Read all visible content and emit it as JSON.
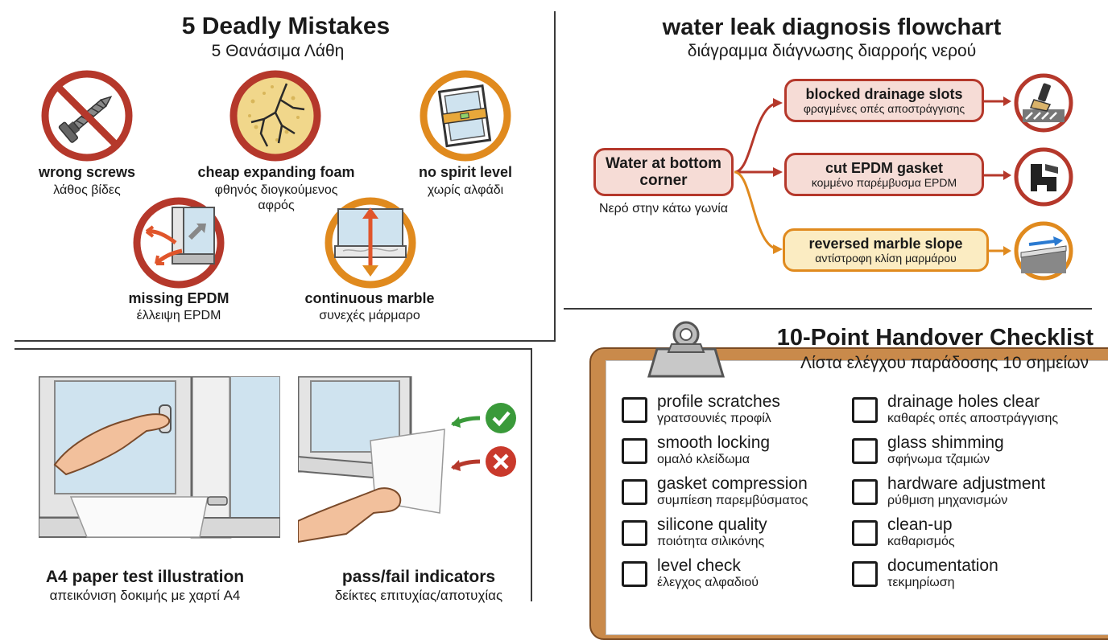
{
  "mistakes": {
    "title": "5 Deadly Mistakes",
    "subtitle": "5 Θανάσιμα Λάθη",
    "items": [
      {
        "en": "wrong screws",
        "gr": "λάθος βίδες",
        "icon": "crossed-screw-icon"
      },
      {
        "en": "cheap expanding foam",
        "gr": "φθηνός διογκούμενος αφρός",
        "icon": "cracked-foam-icon"
      },
      {
        "en": "no spirit level",
        "gr": "χωρίς αλφάδι",
        "icon": "spirit-level-icon"
      },
      {
        "en": "missing EPDM",
        "gr": "έλλειψη EPDM",
        "icon": "missing-epdm-icon"
      },
      {
        "en": "continuous marble",
        "gr": "συνεχές μάρμαρο",
        "icon": "continuous-marble-icon"
      }
    ]
  },
  "flowchart": {
    "title": "water leak diagnosis flowchart",
    "subtitle": "διάγραμμα διάγνωσης διαρροής νερού",
    "start": {
      "en": "Water at bottom corner",
      "gr": "Νερό στην κάτω γωνία"
    },
    "branches": [
      {
        "en": "blocked drainage slots",
        "gr": "φραγμένες οπές αποστράγγισης",
        "color": "#b5382b",
        "fill": "#f6dcd6",
        "icon": "brush-cleaning-icon"
      },
      {
        "en": "cut EPDM gasket",
        "gr": "κομμένο παρέμβυσμα EPDM",
        "color": "#b5382b",
        "fill": "#f6dcd6",
        "icon": "gasket-profile-icon"
      },
      {
        "en": "reversed marble slope",
        "gr": "αντίστροφη κλίση μαρμάρου",
        "color": "#e08a1e",
        "fill": "#fbecc2",
        "icon": "marble-slope-icon"
      }
    ]
  },
  "paper_test": {
    "panels": [
      {
        "en": "A4 paper test illustration",
        "gr": "απεικόνιση δοκιμής με χαρτί A4"
      },
      {
        "en": "pass/fail indicators",
        "gr": "δείκτες επιτυχίας/αποτυχίας"
      }
    ]
  },
  "checklist": {
    "title": "10-Point Handover Checklist",
    "subtitle": "Λίστα ελέγχου παράδοσης 10 σημείων",
    "left": [
      {
        "en": "profile scratches",
        "gr": "γρατσουνιές προφίλ"
      },
      {
        "en": "smooth locking",
        "gr": "ομαλό κλείδωμα"
      },
      {
        "en": "gasket compression",
        "gr": "συμπίεση παρεμβύσματος"
      },
      {
        "en": "silicone quality",
        "gr": "ποιότητα σιλικόνης"
      },
      {
        "en": "level check",
        "gr": "έλεγχος αλφαδιού"
      }
    ],
    "right": [
      {
        "en": "drainage holes clear",
        "gr": "καθαρές οπές αποστράγγισης"
      },
      {
        "en": "glass shimming",
        "gr": "σφήνωμα τζαμιών"
      },
      {
        "en": "hardware adjustment",
        "gr": "ρύθμιση μηχανισμών"
      },
      {
        "en": "clean-up",
        "gr": "καθαρισμός"
      },
      {
        "en": "documentation",
        "gr": "τεκμηρίωση"
      }
    ]
  },
  "colors": {
    "red": "#b5382b",
    "orange": "#e08a1e",
    "green": "#3a9a3a",
    "clipboard": "#c98a4b"
  }
}
